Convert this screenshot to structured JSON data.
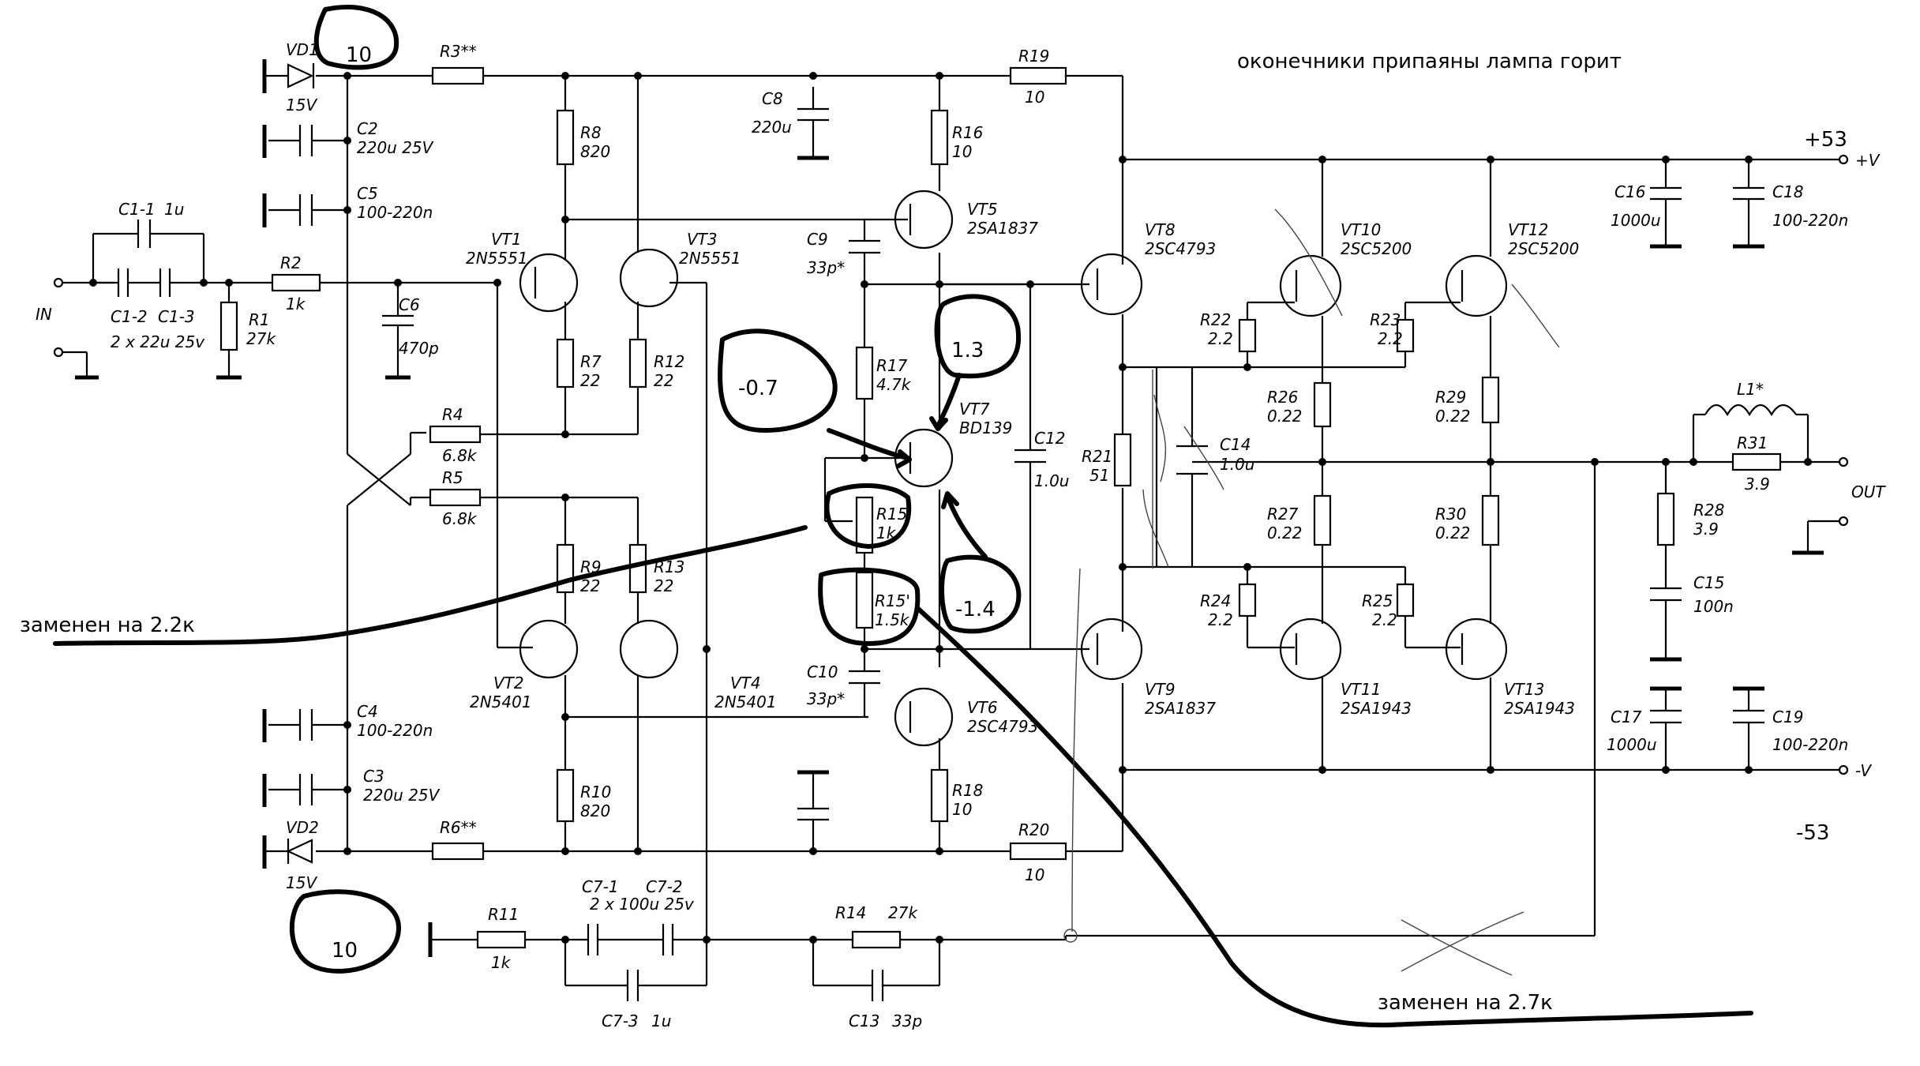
{
  "notes": {
    "top_note": "оконечники припаяны лампа горит",
    "repl1": "заменен на 2.2к",
    "repl2": "заменен на 2.7к",
    "v_pos": "+53",
    "v_neg": "-53",
    "circle_top": "10",
    "circle_bottom": "10",
    "v_m07": "-0.7",
    "v_13": "1.3",
    "v_m14": "-1.4"
  },
  "ports": {
    "in": "IN",
    "out": "OUT",
    "pv": "+V",
    "nv": "-V"
  },
  "components": {
    "VD1": "VD1",
    "VD1_v": "15V",
    "VD2": "VD2",
    "VD2_v": "15V",
    "R3": "R3**",
    "R6": "R6**",
    "C2": "C2",
    "C2_v": "220u 25V",
    "C5": "C5",
    "C5_v": "100-220n",
    "C11a": "C1-1",
    "C11a_v": "1u",
    "C12a": "C1-2",
    "C13a": "C1-3",
    "C1_v": "2 x 22u 25v",
    "R2": "R2",
    "R2_v": "1k",
    "R1": "R1",
    "R1_v": "27k",
    "C6": "C6",
    "C6_v": "470p",
    "VT1": "VT1",
    "VT1_t": "2N5551",
    "VT3": "VT3",
    "VT3_t": "2N5551",
    "R8": "R8",
    "R8_v": "820",
    "R7": "R7",
    "R7_v": "22",
    "R12": "R12",
    "R12_v": "22",
    "R4": "R4",
    "R4_v": "6.8k",
    "R5": "R5",
    "R5_v": "6.8k",
    "R9": "R9",
    "R9_v": "22",
    "R13": "R13",
    "R13_v": "22",
    "VT2": "VT2",
    "VT2_t": "2N5401",
    "VT4": "VT4",
    "VT4_t": "2N5401",
    "R10": "R10",
    "R10_v": "820",
    "C4": "C4",
    "C4_v": "100-220n",
    "C3": "C3",
    "C3_v": "220u 25V",
    "C8": "C8",
    "C8_v": "220u",
    "R16": "R16",
    "R16_v": "10",
    "VT5": "VT5",
    "VT5_t": "2SA1837",
    "C9": "C9",
    "C9_v": "33p*",
    "R19": "R19",
    "R19_v": "10",
    "R17": "R17",
    "R17_v": "4.7k",
    "VT7": "VT7",
    "VT7_t": "BD139",
    "R15": "R15",
    "R15_v": "1k",
    "R15b": "R15'",
    "R15b_v": "1.5k",
    "C12": "C12",
    "C12_v": "1.0u",
    "C10": "C10",
    "C10_v": "33p*",
    "VT6": "VT6",
    "VT6_t": "2SC4793",
    "R18": "R18",
    "R18_v": "10",
    "R20": "R20",
    "R20_v": "10",
    "VT8": "VT8",
    "VT8_t": "2SC4793",
    "VT9": "VT9",
    "VT9_t": "2SA1837",
    "R21": "R21",
    "R21_v": "51",
    "C14": "C14",
    "C14_v": "1.0u",
    "R22": "R22",
    "R22_v": "2.2",
    "R23": "R23",
    "R23_v": "2.2",
    "R24": "R24",
    "R24_v": "2.2",
    "R25": "R25",
    "R25_v": "2.2",
    "R26": "R26",
    "R26_v": "0.22",
    "R27": "R27",
    "R27_v": "0.22",
    "R29": "R29",
    "R29_v": "0.22",
    "R30": "R30",
    "R30_v": "0.22",
    "VT10": "VT10",
    "VT10_t": "2SC5200",
    "VT12": "VT12",
    "VT12_t": "2SC5200",
    "VT11": "VT11",
    "VT11_t": "2SA1943",
    "VT13": "VT13",
    "VT13_t": "2SA1943",
    "C16": "C16",
    "C16_v": "1000u",
    "C18": "C18",
    "C18_v": "100-220n",
    "C17": "C17",
    "C17_v": "1000u",
    "C19": "C19",
    "C19_v": "100-220n",
    "L1": "L1*",
    "R31": "R31",
    "R31_v": "3.9",
    "R28": "R28",
    "R28_v": "3.9",
    "C15": "C15",
    "C15_v": "100n",
    "R11": "R11",
    "R11_v": "1k",
    "C71": "C7-1",
    "C72": "C7-2",
    "C7_v": "2 x 100u 25v",
    "C73": "C7-3",
    "C73_v": "1u",
    "R14": "R14",
    "R14_v": "27k",
    "C13": "C13",
    "C13_v": "33p"
  }
}
